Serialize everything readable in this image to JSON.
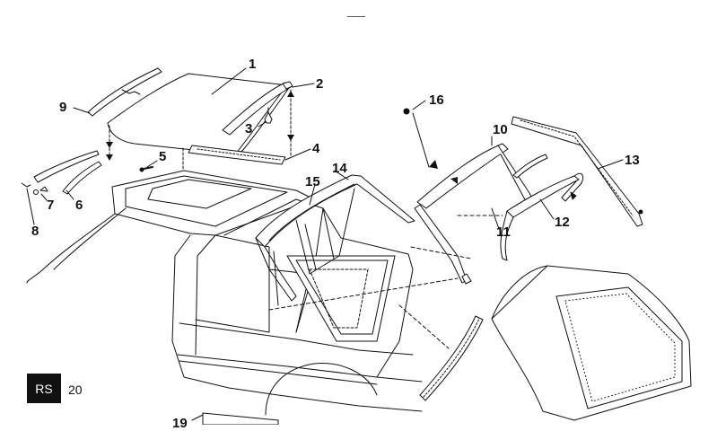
{
  "callouts": [
    "1",
    "2",
    "3",
    "4",
    "5",
    "6",
    "7",
    "8",
    "9",
    "10",
    "11",
    "12",
    "13",
    "14",
    "15",
    "16",
    "19"
  ],
  "badge": {
    "label": "RS",
    "page": "20"
  },
  "colors": {
    "line": "#111111",
    "badge_bg": "#111111",
    "badge_text": "#ffffff"
  }
}
